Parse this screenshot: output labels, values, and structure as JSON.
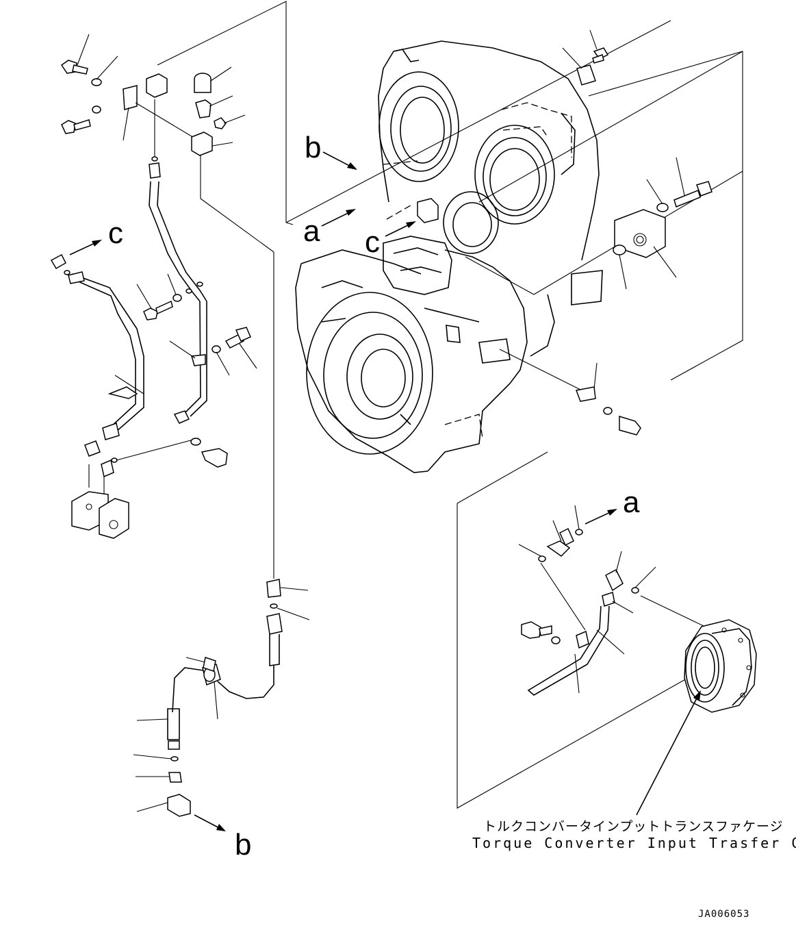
{
  "callouts": {
    "a_top": "a",
    "a_right": "a",
    "b_top": "b",
    "b_bottom": "b",
    "c_left": "c",
    "c_center": "c"
  },
  "captions": {
    "japanese": "トルクコンバータインプットトランスファケージ",
    "english": "Torque Converter Input Trasfer Cage"
  },
  "drawing_code": "JA006053"
}
